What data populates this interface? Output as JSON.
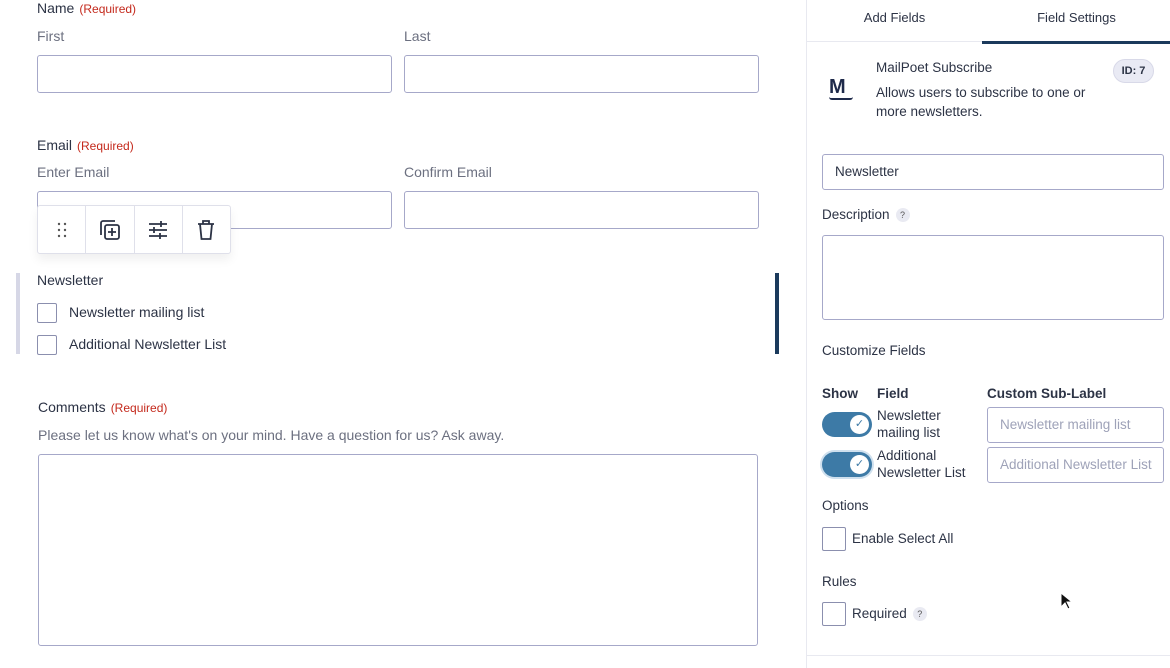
{
  "form": {
    "name": {
      "label": "Name",
      "required": "(Required)",
      "first": "First",
      "last": "Last"
    },
    "email": {
      "label": "Email",
      "required": "(Required)",
      "enter": "Enter Email",
      "confirm": "Confirm Email"
    },
    "newsletter": {
      "label": "Newsletter",
      "options": [
        "Newsletter mailing list",
        "Additional Newsletter List"
      ]
    },
    "comments": {
      "label": "Comments",
      "required": "(Required)",
      "description": "Please let us know what's on your mind. Have a question for us? Ask away."
    }
  },
  "toolbar": {
    "icons": [
      "drag-handle-icon",
      "duplicate-icon",
      "settings-icon",
      "trash-icon"
    ]
  },
  "panel": {
    "tabs": [
      "Add Fields",
      "Field Settings"
    ],
    "active_tab": "Field Settings",
    "field": {
      "name": "MailPoet Subscribe",
      "description": "Allows users to subscribe to one or more newsletters.",
      "id": "ID: 7"
    },
    "label_value": "Newsletter",
    "description_label": "Description",
    "help": "?",
    "customize_label": "Customize Fields",
    "headers": {
      "show": "Show",
      "field": "Field",
      "sub": "Custom Sub-Label"
    },
    "rows": [
      {
        "field": "Newsletter mailing list",
        "placeholder": "Newsletter mailing list",
        "on": true
      },
      {
        "field": "Additional Newsletter List",
        "placeholder": "Additional Newsletter List",
        "on": true
      }
    ],
    "options_label": "Options",
    "select_all": "Enable Select All",
    "rules_label": "Rules",
    "required": "Required"
  },
  "colors": {
    "accent": "#3d7aa6",
    "tab_underline": "#1b3a5c",
    "required": "#c4291c"
  }
}
